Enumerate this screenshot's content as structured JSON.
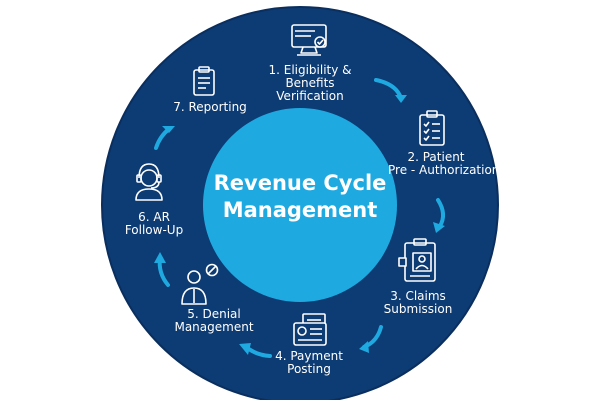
{
  "title": [
    "Revenue Cycle",
    "Management"
  ],
  "colors": {
    "ring": "#0d3b73",
    "ring_edge": "#0a2f5e",
    "center": "#1fa9e1",
    "arrow": "#1fa9e1",
    "text": "#ffffff"
  },
  "steps": [
    {
      "lines": [
        "1. Eligibility &",
        "Benefits",
        "Verification"
      ],
      "icon": "computer-monitor-icon"
    },
    {
      "lines": [
        "2. Patient",
        "Pre - Authorization"
      ],
      "icon": "clipboard-checklist-icon"
    },
    {
      "lines": [
        "3. Claims",
        "Submission"
      ],
      "icon": "id-card-form-icon"
    },
    {
      "lines": [
        "4. Payment",
        "Posting"
      ],
      "icon": "payment-document-icon"
    },
    {
      "lines": [
        "5. Denial",
        "Management"
      ],
      "icon": "person-denial-icon"
    },
    {
      "lines": [
        "6. AR",
        "Follow-Up"
      ],
      "icon": "headset-agent-icon"
    },
    {
      "lines": [
        "7. Reporting"
      ],
      "icon": "report-clipboard-icon"
    }
  ]
}
